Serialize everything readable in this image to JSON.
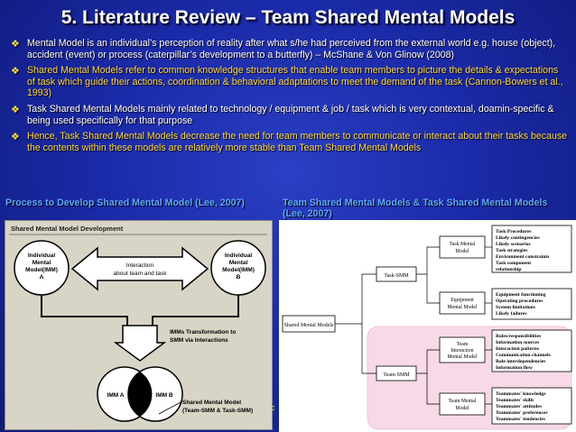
{
  "slide": {
    "title": "5. Literature Review – Team Shared Mental Models",
    "bullets": [
      {
        "text": "Mental Model is an individual’s perception of reality after what s/he had perceived from the external world e.g. house (object), accident (event) or process (caterpillar’s development to a butterfly) – McShane & Von Glinow (2008)",
        "color": "#ffffff"
      },
      {
        "text": "Shared Mental Models refer to common knowledge structures that enable team members to picture the details & expectations of task which guide their actions, coordination & behavioral adaptations to meet the demand of the task (Cannon-Bowers et al., 1993)",
        "color": "#ffd84a"
      },
      {
        "text": "Task Shared Mental Models mainly related to technology / equipment & job / task which is very contextual, doamin-specific & being used specifically for that purpose",
        "color": "#ffffff"
      },
      {
        "text": "Hence, Task Shared Mental Models decrease the need for team members to communicate or interact about their tasks because the contents within these models are relatively more stable than Team Shared Mental Models",
        "color": "#ffd84a"
      }
    ],
    "bullet_icon": "diamond-bullet-icon",
    "left_caption": "Process to Develop Shared Mental Model (Lee, 2007)",
    "right_caption": "Team Shared Mental Models & Task Shared Mental Models (Lee, 2007)",
    "stray_char": "c"
  },
  "left_diagram": {
    "heading": "Shared Mental Model Development",
    "imm_a": [
      "Individual",
      "Mental",
      "Model(IMM)",
      "A"
    ],
    "imm_b": [
      "Individual",
      "Mental",
      "Model(IMM)",
      "B"
    ],
    "interaction": [
      "Interaction",
      "about team and task"
    ],
    "transform": [
      "IMMs Transformation to",
      "SMM via Interactions"
    ],
    "venn_a": "IMM A",
    "venn_b": "IMM B",
    "result": [
      "Shared Mental Model",
      "(Team-SMM & Task-SMM)"
    ]
  },
  "right_diagram": {
    "root": "Shared Mental Models",
    "task_smm": "Task-SMM",
    "team_smm": "Team-SMM",
    "task_mental_model": [
      "Task Mental",
      "Model"
    ],
    "equipment_model": [
      "Equipment",
      "Mental Model"
    ],
    "team_interaction": [
      "Team",
      "Interaction",
      "Mental Model"
    ],
    "teammate_model": [
      "Team Mental",
      "Model"
    ],
    "task_items": [
      "Task Procedures",
      "Likely contingencies",
      "Likely scenarios",
      "Task strategies",
      "Environment constraints",
      "Task component",
      "relationship"
    ],
    "equip_items": [
      "Equipment functioning",
      "Operating procedures",
      "System limitations",
      "Likely failures"
    ],
    "interaction_items": [
      "Roles/responsibilities",
      "Information sources",
      "Interaction patterns",
      "Communication channels",
      "Role interdependencies",
      "Information flow"
    ],
    "teammate_items": [
      "Teammates' knowledge",
      "Teammates' skills",
      "Teammates' attitudes",
      "Teammates' preferences",
      "Teammates' tendencies"
    ]
  }
}
